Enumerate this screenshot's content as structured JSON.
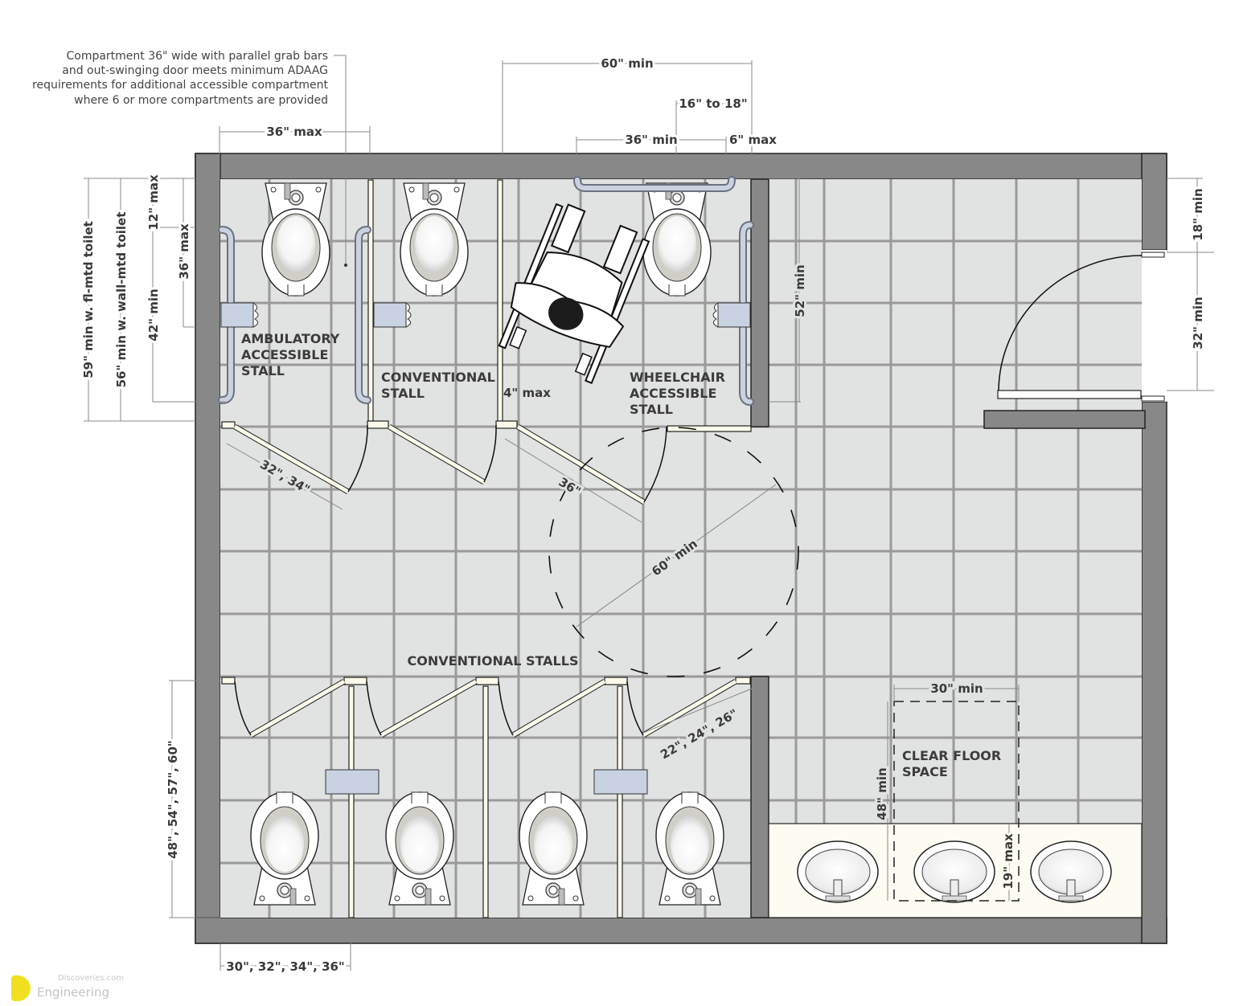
{
  "colors": {
    "wall": "#888888",
    "floor": "#e1e2e2",
    "grid": "#9a9a9a",
    "partition": "#fbfaea",
    "counter": "#fcfcf2",
    "grab_bar": "#c9d2de",
    "watermark_logo": "#f0e020"
  },
  "note": {
    "lines": [
      "Compartment 36\" wide with parallel grab bars",
      "and out-swinging door meets minimum ADAAG",
      "requirements for additional accessible compartment",
      "where 6 or more compartments are provided"
    ]
  },
  "dimensions": {
    "top": {
      "ambulatory_width": "36\" max",
      "wheelchair_width": "60\" min",
      "centerline": "16\" to 18\"",
      "rear_bar": "36\" min",
      "rear_bar_offset": "6\" max"
    },
    "left": {
      "fl_mtd": "59\" min w. fl-mtd toilet",
      "wall_mtd": "56\" min w. wall-mtd toilet",
      "bar_offset": "12\" max",
      "bar_from_wall": "36\" max",
      "side_bar": "42\" min"
    },
    "right": {
      "latch_clearance": "18\" min",
      "door_width": "32\" min",
      "side_bar_wc": "52\" min"
    },
    "stall": {
      "gap": "4\" max",
      "amb_door": "32\", 34\"",
      "wc_door": "36\"",
      "turning": "60\" min",
      "conv_door": "22\", 24\", 26\"",
      "conv_depth": "48\", 54\", 57\", 60\"",
      "conv_width": "30\", 32\", 34\", 36\""
    },
    "lav": {
      "width": "30\" min",
      "depth": "48\" min",
      "knee": "19\" max"
    }
  },
  "labels": {
    "ambulatory": [
      "AMBULATORY",
      "ACCESSIBLE",
      "STALL"
    ],
    "conventional": [
      "CONVENTIONAL",
      "STALL"
    ],
    "wheelchair": [
      "WHEELCHAIR",
      "ACCESSIBLE",
      "STALL"
    ],
    "conventional_stalls": "CONVENTIONAL STALLS",
    "clear_floor": [
      "CLEAR FLOOR",
      "SPACE"
    ]
  },
  "watermark": {
    "top": "Discoveries.com",
    "bottom": "Engineering"
  }
}
